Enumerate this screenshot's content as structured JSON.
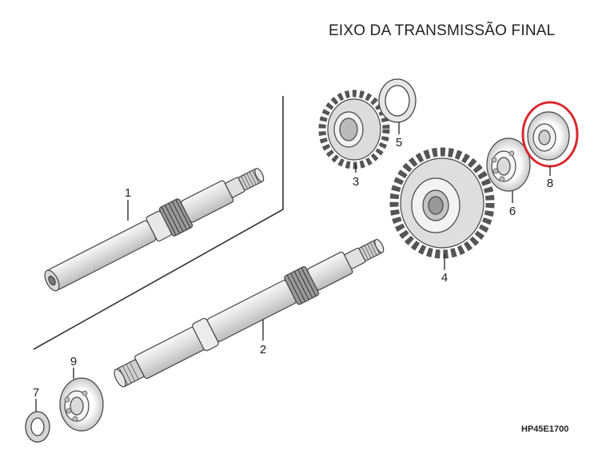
{
  "title": "EIXO DA TRANSMISSÃO FINAL",
  "code": "HP45E1700",
  "highlight_color": "#d9262e",
  "parts": [
    {
      "label": "1",
      "name": "countershaft"
    },
    {
      "label": "2",
      "name": "final-shaft"
    },
    {
      "label": "3",
      "name": "small-gear"
    },
    {
      "label": "4",
      "name": "large-gear"
    },
    {
      "label": "5",
      "name": "thrust-washer"
    },
    {
      "label": "6",
      "name": "ball-bearing"
    },
    {
      "label": "7",
      "name": "oil-seal"
    },
    {
      "label": "8",
      "name": "highlighted-bearing"
    },
    {
      "label": "9",
      "name": "ball-bearing-lower"
    }
  ]
}
